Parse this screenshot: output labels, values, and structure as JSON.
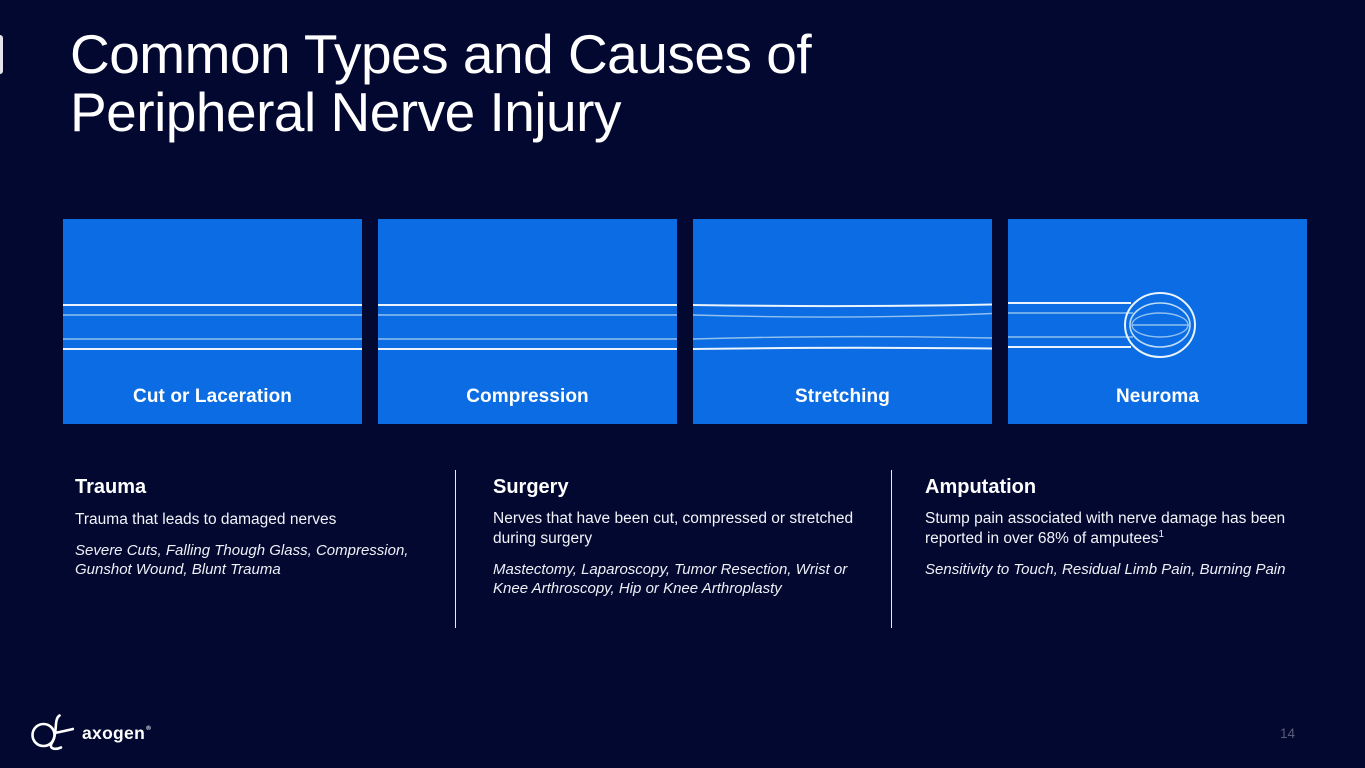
{
  "slide": {
    "title": "Common Types and Causes of\nPeripheral Nerve Injury",
    "page_number": "14",
    "brand": {
      "logo_text": "axogen",
      "registered_mark": "®"
    }
  },
  "cards": [
    {
      "label": "Cut or Laceration",
      "illustration": "nerve-straight"
    },
    {
      "label": "Compression",
      "illustration": "nerve-compressed"
    },
    {
      "label": "Stretching",
      "illustration": "nerve-stretched"
    },
    {
      "label": "Neuroma",
      "illustration": "nerve-neuroma-bulb"
    }
  ],
  "causes": [
    {
      "heading": "Trauma",
      "body": "Trauma that leads to damaged nerves",
      "examples": "Severe Cuts, Falling Though Glass, Compression,\nGunshot Wound, Blunt Trauma"
    },
    {
      "heading": "Surgery",
      "body": "Nerves that have been cut, compressed or stretched\nduring surgery",
      "examples": "Mastectomy, Laparoscopy, Tumor Resection, Wrist or\nKnee Arthroscopy, Hip or Knee Arthroplasty"
    },
    {
      "heading": "Amputation",
      "body": "Stump pain associated with nerve damage has been\nreported in over 68% of amputees",
      "body_superscript": "1",
      "examples": "Sensitivity to Touch, Residual Limb Pain, Burning Pain"
    }
  ],
  "colors": {
    "background": "#030830",
    "card_blue": "#0b6ce3",
    "nerve_line_bright": "#e9f4fd",
    "nerve_line_dim": "#8fc0f0",
    "text": "#ffffff",
    "divider": "#e7eaf3",
    "page_number": "#575c77"
  }
}
